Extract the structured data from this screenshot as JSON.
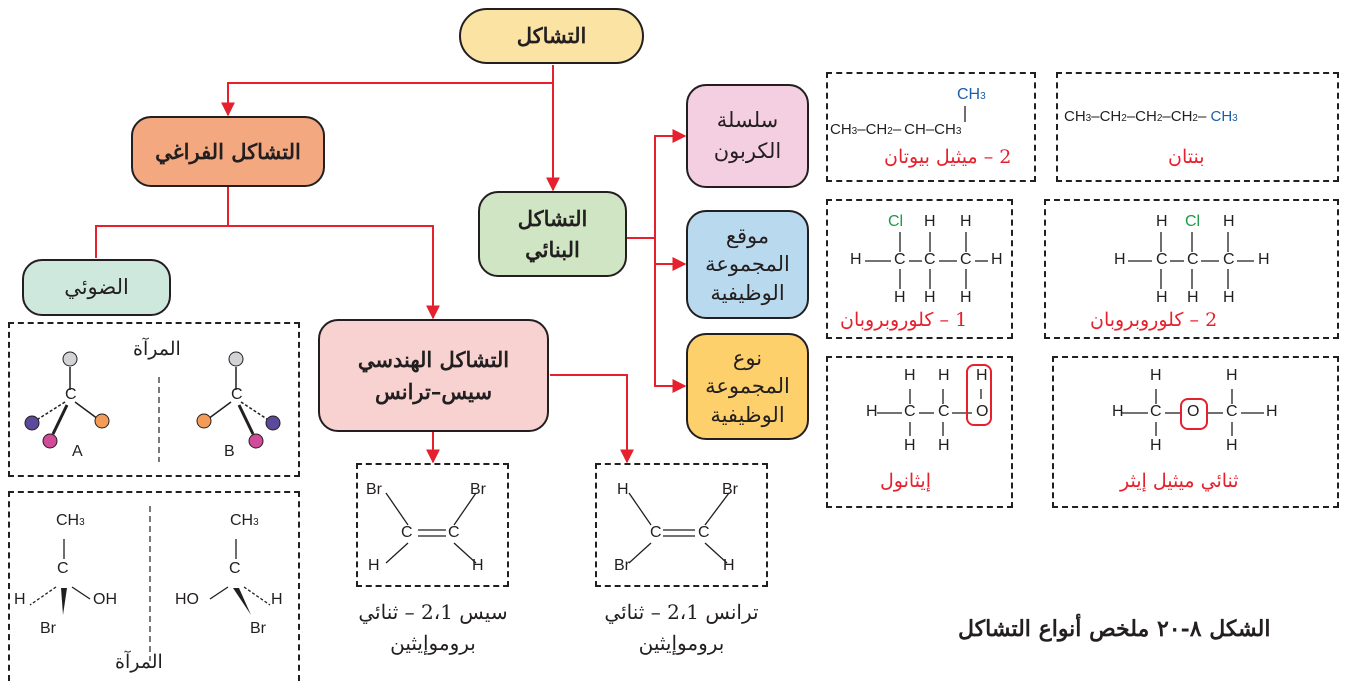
{
  "colors": {
    "arrow": "#e6202c",
    "root_fill": "#fbe3a3",
    "spatial_fill": "#f3a87f",
    "structural_fill": "#cfe5c4",
    "optical_fill": "#cfe8dd",
    "geometric_fill": "#f7d2d0",
    "carbon_chain_fill": "#f4cfe1",
    "position_fill": "#b8d9ee",
    "type_fill": "#fdd06b",
    "atom_light": "#d1d3d4",
    "atom_purple": "#5b4a9b",
    "atom_orange": "#f29c58",
    "atom_pink": "#d04b98",
    "hydroxyl_box": "#e6202c"
  },
  "nodes": {
    "root": "التشاكل",
    "spatial": "التشاكل الفراغي",
    "structural": "التشاكل\nالبنائي",
    "optical": "الضوئي",
    "geometric": "التشاكل الهندسي\nسيس–ترانس",
    "carbon_chain": "سلسلة\nالكربون",
    "position": "موقع\nالمجموعة\nالوظيفية",
    "type": "نوع\nالمجموعة\nالوظيفية"
  },
  "optical_box": {
    "mirror_label_top": "المرآة",
    "mirror_label_bottom": "المرآة",
    "atom_C": "C",
    "label_A": "A",
    "label_B": "B",
    "ch3": "CH",
    "ch3_sub": "3",
    "oh": "OH",
    "ho": "HO",
    "h": "H",
    "br": "Br"
  },
  "cis_box": {
    "br_left": "Br",
    "br_right": "Br",
    "h_left": "H",
    "h_right": "H",
    "c": "C",
    "caption": "سيس 2،1 – ثنائي\nبروموإيثين"
  },
  "trans_box": {
    "h_left": "H",
    "br_right": "Br",
    "br_left": "Br",
    "h_right": "H",
    "c": "C",
    "caption": "ترانس 2،1 – ثنائي\nبروموإيثين"
  },
  "chem_boxes": {
    "pentane_formula": "CH3–CH2–CH2–CH2– CH3",
    "pentane_name": "بنتان",
    "methylbutane_name": "2 – ميثيل بيوتان",
    "chloro2_name": "2 – كلوروبروبان",
    "chloro1_name": "1 – كلوروبروبان",
    "dimethyl_ether_name": "ثنائي ميثيل إيثر",
    "ethanol_name": "إيثانول",
    "cl": "Cl",
    "h": "H",
    "c": "C",
    "o": "O"
  },
  "figure_caption": "الشكل ٨-٢٠ ملخص أنواع التشاكل"
}
